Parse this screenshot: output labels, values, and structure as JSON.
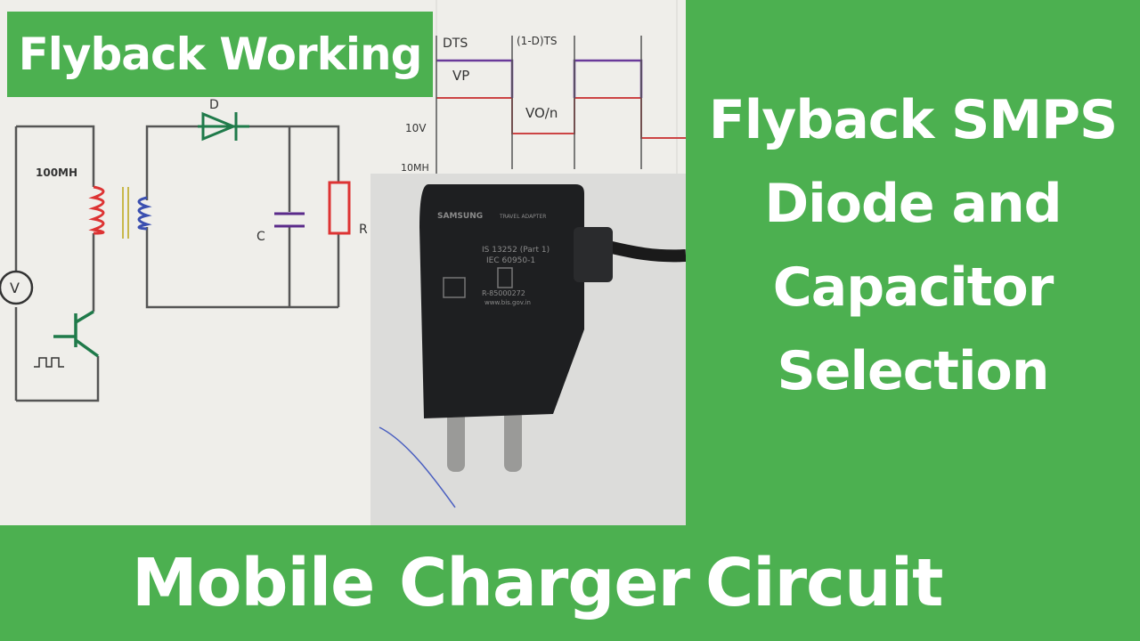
{
  "tag": {
    "label": "Flyback Working"
  },
  "headline": {
    "lines": [
      "Flyback SMPS",
      "Diode and",
      "Capacitor",
      "Selection"
    ]
  },
  "bottom": {
    "words": [
      "Mobile",
      "Charger",
      "Circuit"
    ]
  },
  "sketch": {
    "inductance": "100MH",
    "cap_label": "C",
    "source": "V",
    "diode": "D",
    "res": "R",
    "dts": "DTS",
    "one_minus_d": "(1-D)TS",
    "vp": "VP",
    "vo_n": "VO/n",
    "ten_v": "10V",
    "ten_mh": "10MH"
  },
  "adapter": {
    "brand": "SAMSUNG",
    "subtitle": "TRAVEL ADAPTER",
    "is_code": "IS 13252 (Part 1)",
    "iec": "IEC 60950-1",
    "reg": "R-85000272",
    "url": "www.bis.gov.in"
  },
  "colors": {
    "green": "#4cb050",
    "white": "#ffffff"
  }
}
